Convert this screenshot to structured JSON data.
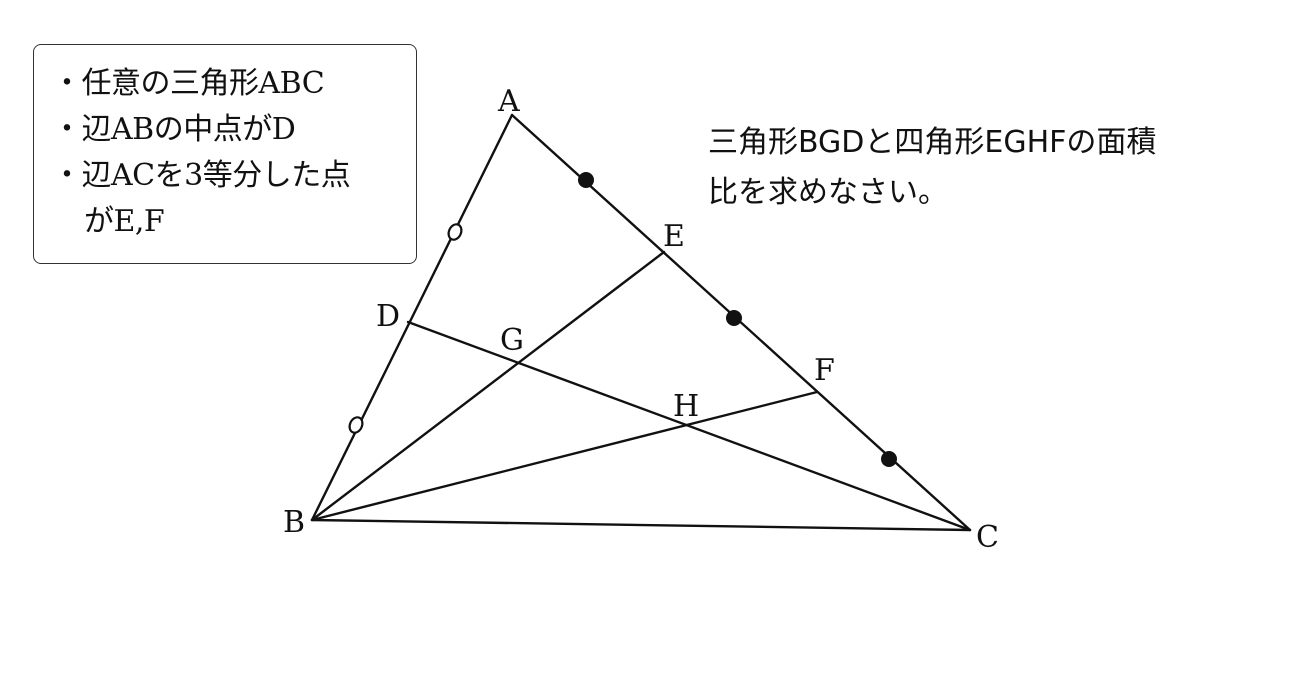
{
  "conditions": {
    "line1": "・任意の三角形ABC",
    "line2": "・辺ABの中点がD",
    "line3": "・辺ACを3等分した点",
    "line4": "がE,F"
  },
  "question": {
    "line1": "三角形BGDと四角形EGHFの面積",
    "line2": "比を求めなさい。"
  },
  "points": {
    "A": "A",
    "B": "B",
    "C": "C",
    "D": "D",
    "E": "E",
    "F": "F",
    "G": "G",
    "H": "H"
  },
  "markers": {
    "equal_segment_AB": "open-circle",
    "equal_segment_AC": "filled-circle"
  },
  "colors": {
    "ink": "#111111",
    "background": "#ffffff"
  }
}
